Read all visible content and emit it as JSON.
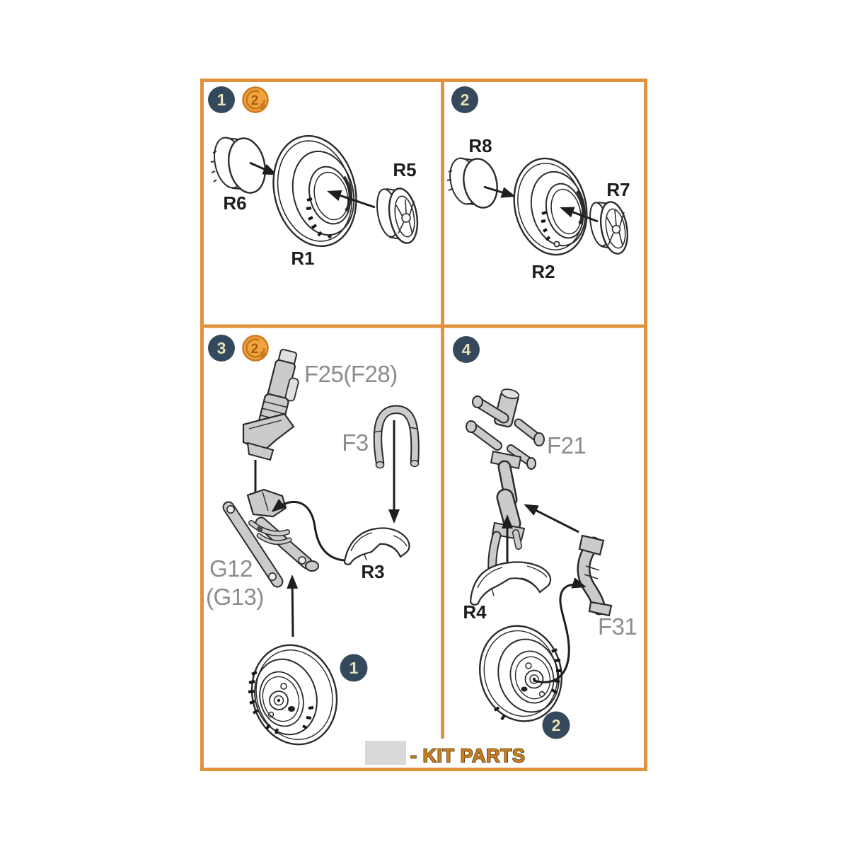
{
  "colors": {
    "frame_border": "#E0923C",
    "step_badge_fill": "#35495C",
    "step_badge_text": "#E9DFB8",
    "repeat_badge_fill": "#F2A53E",
    "repeat_badge_ring": "#C9791E",
    "repeat_badge_text": "#A85B10",
    "part_label_text": "#1D1D1D",
    "kit_part_label_text": "#8C8C8C",
    "kit_part_fill": "#CBCBCB",
    "legend_swatch": "#D9D9D9",
    "legend_text": "#C9801C",
    "line_art": "#2B2B2B"
  },
  "panels": [
    {
      "step_badge": "1",
      "repeat_badge": "2",
      "labels": {
        "hubcap": "R6",
        "tire": "R1",
        "wheel_hub": "R5"
      }
    },
    {
      "step_badge": "2",
      "labels": {
        "hubcap": "R8",
        "tire": "R2",
        "wheel_hub": "R7"
      }
    },
    {
      "step_badge": "3",
      "repeat_badge": "2",
      "labels": {
        "strut": "F25(F28)",
        "brace": "F3",
        "fork": "G12",
        "fork_alt": "(G13)",
        "hub_cover": "R3"
      },
      "wheel_badge": "1"
    },
    {
      "step_badge": "4",
      "labels": {
        "strut": "F21",
        "mudguard": "R4",
        "side_stay": "F31"
      },
      "wheel_badge": "2"
    }
  ],
  "legend": {
    "label": "- KIT PARTS"
  }
}
